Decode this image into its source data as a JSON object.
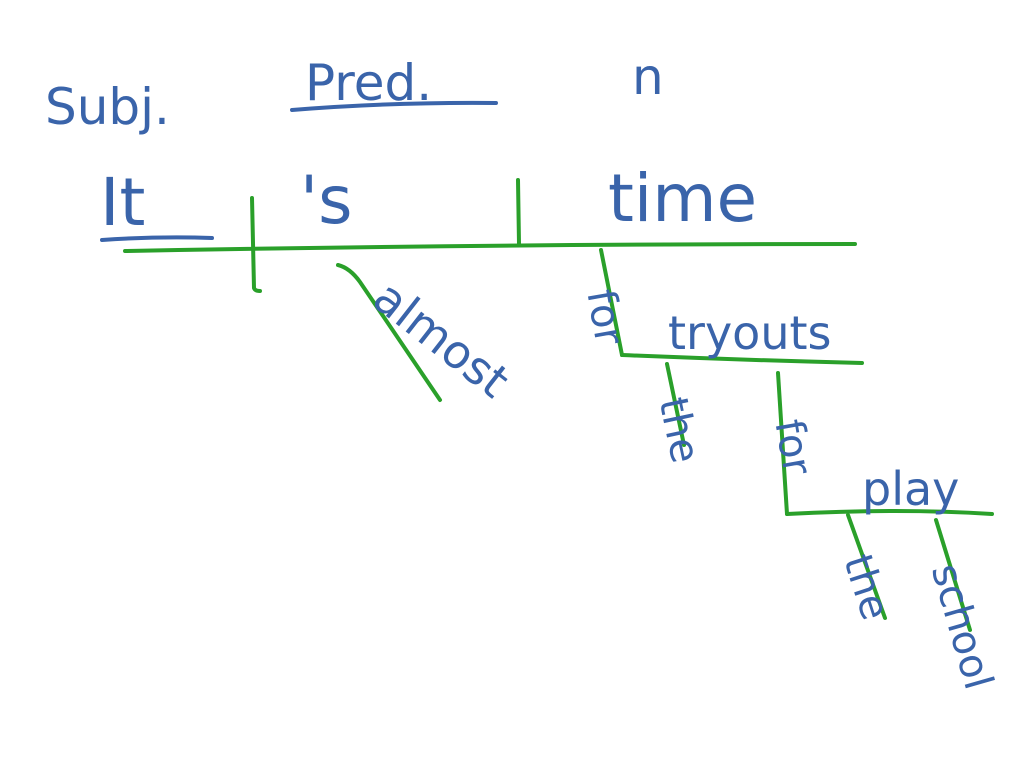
{
  "labels": {
    "subject": "Subj.",
    "predicate": "Pred.",
    "noun_marker": "n"
  },
  "words": {
    "subject": "It",
    "verb": "'s",
    "object": "time",
    "adverb": "almost",
    "prep_for_1": "for",
    "object_of_prep_1": "tryouts",
    "article_1": "the",
    "prep_for_2": "for",
    "object_of_prep_2": "play",
    "article_2": "the",
    "modifier": "school"
  },
  "colors": {
    "ink": "#3a64aa",
    "lines": "#2aa02a"
  }
}
